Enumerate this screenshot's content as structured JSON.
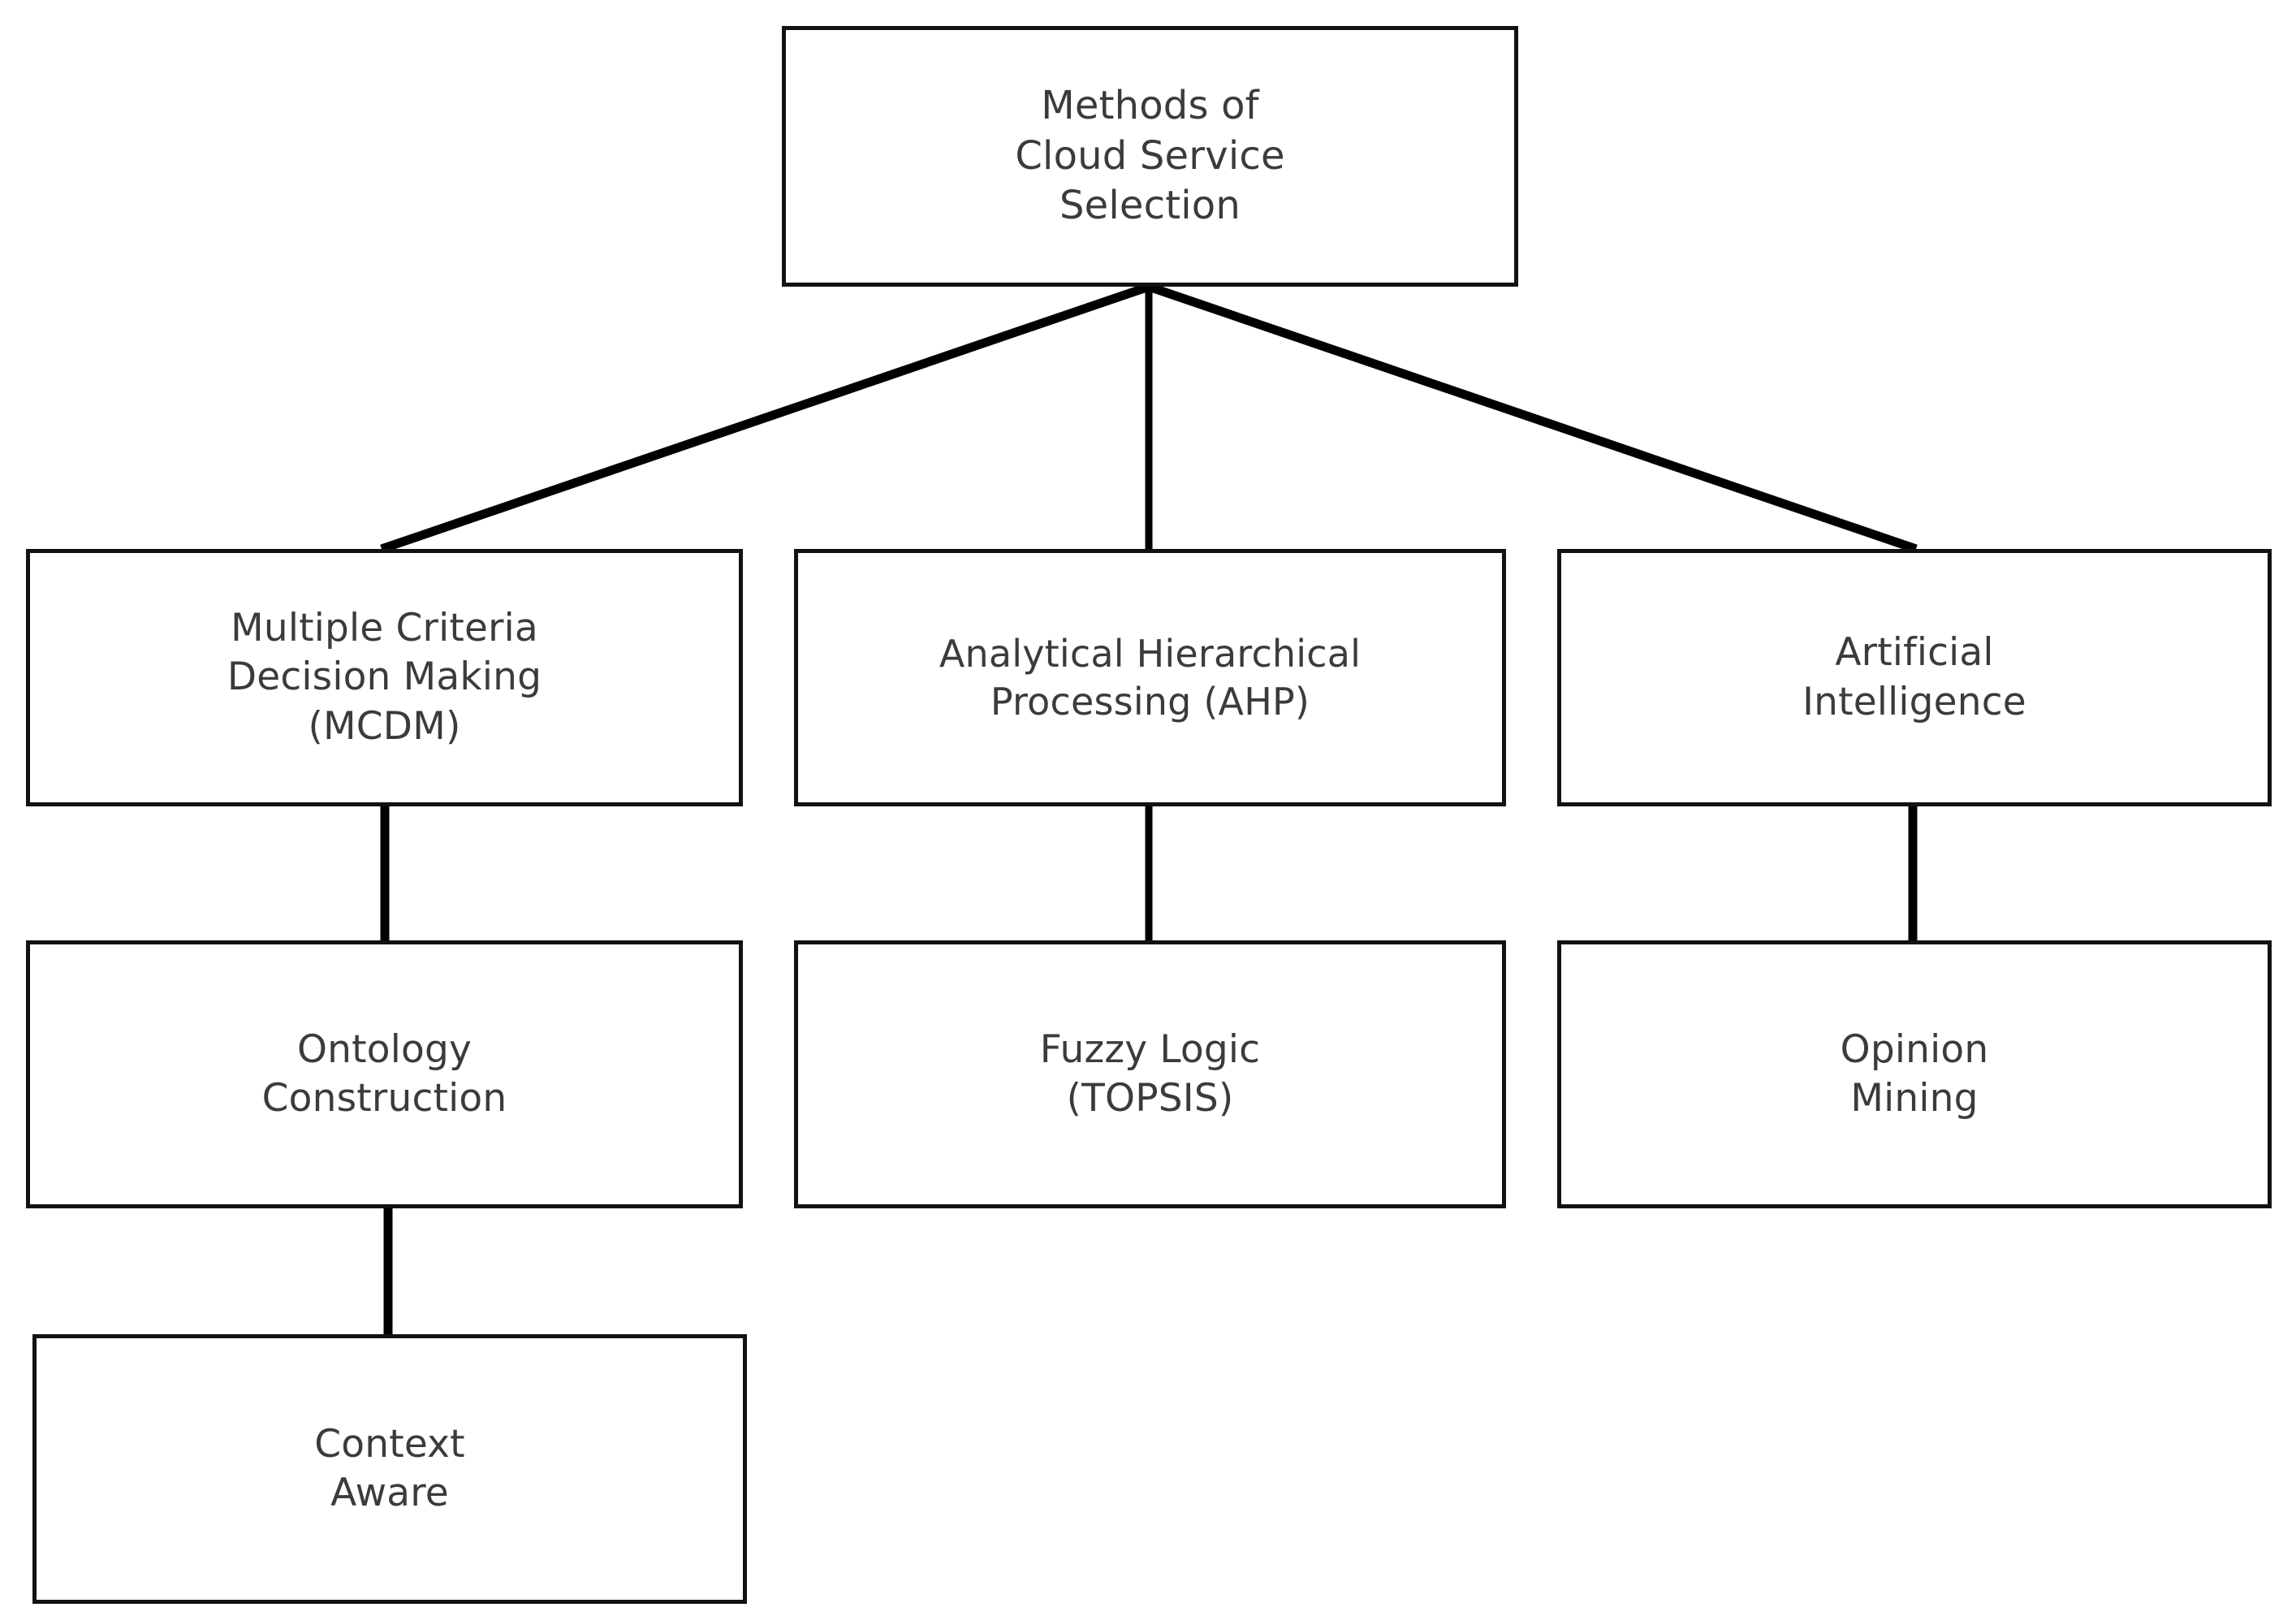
{
  "diagram": {
    "title": "Methods of Cloud Service Selection",
    "type": "hierarchical-tree",
    "background_color": "#ffffff",
    "box_border_color": "#121212",
    "box_fill_color": "#ffffff",
    "text_color": "#3b3b3b",
    "connector_color": "#000000"
  },
  "nodes": {
    "root": {
      "id": "root",
      "label": "Methods of\nCloud Service\nSelection",
      "level": 1
    },
    "mcdm": {
      "id": "mcdm",
      "label": "Multiple Criteria\nDecision Making\n(MCDM)",
      "level": 2
    },
    "ahp": {
      "id": "ahp",
      "label": "Analytical Hierarchical\nProcessing (AHP)",
      "level": 2
    },
    "ai": {
      "id": "ai",
      "label": "Artificial\nIntelligence",
      "level": 2
    },
    "ontology": {
      "id": "ontology",
      "label": "Ontology\nConstruction",
      "level": 3
    },
    "fuzzy": {
      "id": "fuzzy",
      "label": "Fuzzy Logic\n(TOPSIS)",
      "level": 3
    },
    "opinion": {
      "id": "opinion",
      "label": "Opinion\nMining",
      "level": 3
    },
    "context": {
      "id": "context",
      "label": "Context\nAware",
      "level": 4
    }
  },
  "edges": [
    {
      "from": "root",
      "to": "mcdm",
      "style": "diagonal"
    },
    {
      "from": "root",
      "to": "ahp",
      "style": "vertical"
    },
    {
      "from": "root",
      "to": "ai",
      "style": "diagonal"
    },
    {
      "from": "mcdm",
      "to": "ontology",
      "style": "vertical"
    },
    {
      "from": "ahp",
      "to": "fuzzy",
      "style": "vertical"
    },
    {
      "from": "ai",
      "to": "opinion",
      "style": "vertical"
    },
    {
      "from": "ontology",
      "to": "context",
      "style": "vertical"
    }
  ]
}
